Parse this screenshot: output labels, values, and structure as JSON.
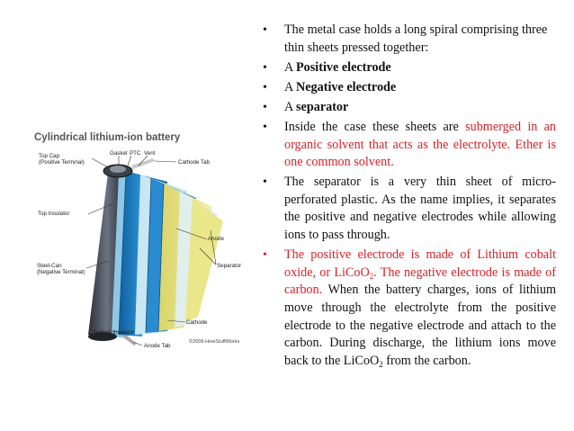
{
  "figure": {
    "title": "Cylindrical lithium-ion battery",
    "labels": {
      "top_cap": "Top Cap",
      "top_cap_sub": "(Positive Terminal)",
      "gasket": "Gasket",
      "ptc": "PTC",
      "vent": "Vent",
      "cathode_tab": "Cathode Tab",
      "top_insulator": "Top Insulator",
      "steel_can": "Steel-Can",
      "steel_can_sub": "(Negative Terminal)",
      "anode": "Anode",
      "separator": "Separator",
      "cathode": "Cathode",
      "bottom_insulator": "Bottom Insulator",
      "anode_tab": "Anode Tab",
      "copyright": "©2006 HowStuffWorks"
    },
    "colors": {
      "can_dark": "#1d1f24",
      "can_light": "#5b6270",
      "anode_blue": "#1d7fc6",
      "separator_light": "#c9e6f3",
      "cathode_yellow": "#e6e27a",
      "inner_green": "#b7c943"
    }
  },
  "bullets": {
    "b1": "The metal case holds a long spiral comprising three thin sheets pressed together:",
    "b2_pre": "A ",
    "b2_bold": "Positive electrode",
    "b3_pre": "A ",
    "b3_bold": "Negative electrode",
    "b4_pre": "A ",
    "b4_bold": "separator",
    "b5_black": "Inside the case these sheets are ",
    "b5_red": "submerged in an organic solvent that acts as the electrolyte. Ether is one common solvent.",
    "b6": "The separator is a very thin sheet of micro-perforated plastic. As the name implies, it separates the positive and negative electrodes while allowing ions to pass through.",
    "b7_red_a": "The positive electrode is made of Lithium cobalt oxide, or LiCoO",
    "b7_sub_a": "2",
    "b7_red_b": ". The negative electrode is made of carbon.",
    "b7_black_a": " When the battery charges, ions of lithium move through the electrolyte from the positive electrode to the negative electrode and attach to the carbon. During discharge, the lithium ions move back to the LiCoO",
    "b7_sub_b": "2",
    "b7_black_b": " from the carbon."
  },
  "colors": {
    "red_text": "#d2232a",
    "bullet_default": "#111111"
  }
}
